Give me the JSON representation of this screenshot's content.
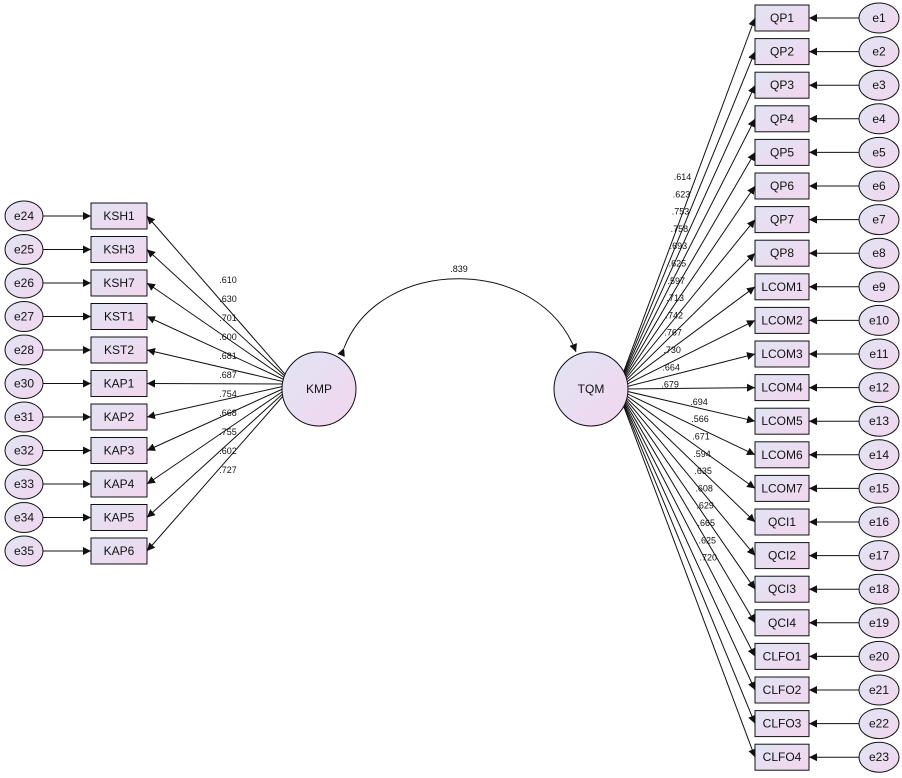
{
  "correlation": {
    "value": ".839",
    "label_position": "top-center"
  },
  "latent_factors": [
    {
      "id": "kmp",
      "label": "KMP"
    },
    {
      "id": "tqm",
      "label": "TQM"
    }
  ],
  "kmp_items": [
    {
      "indicator": "KSH1",
      "error": "e24",
      "loading": ".610"
    },
    {
      "indicator": "KSH3",
      "error": "e25",
      "loading": ".630"
    },
    {
      "indicator": "KSH7",
      "error": "e26",
      "loading": ".701"
    },
    {
      "indicator": "KST1",
      "error": "e27",
      "loading": ".600"
    },
    {
      "indicator": "KST2",
      "error": "e28",
      "loading": ".681"
    },
    {
      "indicator": "KAP1",
      "error": "e30",
      "loading": ".687"
    },
    {
      "indicator": "KAP2",
      "error": "e31",
      "loading": ".754"
    },
    {
      "indicator": "KAP3",
      "error": "e32",
      "loading": ".668"
    },
    {
      "indicator": "KAP4",
      "error": "e33",
      "loading": ".755"
    },
    {
      "indicator": "KAP5",
      "error": "e34",
      "loading": ".602"
    },
    {
      "indicator": "KAP6",
      "error": "e35",
      "loading": ".727"
    }
  ],
  "tqm_items": [
    {
      "indicator": "QP1",
      "error": "e1",
      "loading": ".614"
    },
    {
      "indicator": "QP2",
      "error": "e2",
      "loading": ".623"
    },
    {
      "indicator": "QP3",
      "error": "e3",
      "loading": ".753"
    },
    {
      "indicator": "QP4",
      "error": "e4",
      "loading": ".758"
    },
    {
      "indicator": "QP5",
      "error": "e5",
      "loading": ".693"
    },
    {
      "indicator": "QP6",
      "error": "e6",
      "loading": ".625"
    },
    {
      "indicator": "QP7",
      "error": "e7",
      "loading": ".597"
    },
    {
      "indicator": "QP8",
      "error": "e8",
      "loading": ".713"
    },
    {
      "indicator": "LCOM1",
      "error": "e9",
      "loading": ".742"
    },
    {
      "indicator": "LCOM2",
      "error": "e10",
      "loading": ".767"
    },
    {
      "indicator": "LCOM3",
      "error": "e11",
      "loading": ".730"
    },
    {
      "indicator": "LCOM4",
      "error": "e12",
      "loading": ".664"
    },
    {
      "indicator": "LCOM5",
      "error": "e13",
      "loading": ".679"
    },
    {
      "indicator": "LCOM6",
      "error": "e14",
      "loading": ".694"
    },
    {
      "indicator": "LCOM7",
      "error": "e15",
      "loading": ".566"
    },
    {
      "indicator": "QCI1",
      "error": "e16",
      "loading": ".671"
    },
    {
      "indicator": "QCI2",
      "error": "e17",
      "loading": ".594"
    },
    {
      "indicator": "QCI3",
      "error": "e18",
      "loading": ".635"
    },
    {
      "indicator": "QCI4",
      "error": "e19",
      "loading": ".608"
    },
    {
      "indicator": "CLFO1",
      "error": "e20",
      "loading": ".629"
    },
    {
      "indicator": "CLFO2",
      "error": "e21",
      "loading": ".665"
    },
    {
      "indicator": "CLFO3",
      "error": "e22",
      "loading": ".625"
    },
    {
      "indicator": "CLFO4",
      "error": "e23",
      "loading": ".720"
    }
  ],
  "colors": {
    "node_fill_start": "#e0e4f4",
    "node_fill_end": "#f3d6ee",
    "stroke": "#111111",
    "text": "#111111"
  }
}
